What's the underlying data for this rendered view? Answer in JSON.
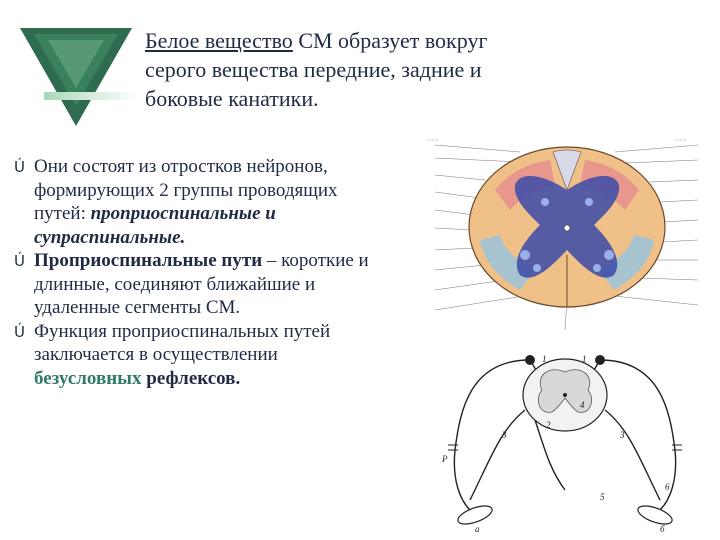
{
  "title": {
    "underlined": "Белое вещество",
    "rest_line1": " СМ образует вокруг",
    "line2": "серого вещества передние, задние и",
    "line3": "боковые канатики."
  },
  "bullets": [
    {
      "marker": "Ú",
      "text_a": "Они состоят из отростков нейронов, формирующих 2 группы проводящих путей: ",
      "em": "проприоспинальные и супраспинальные."
    },
    {
      "marker": "Ú",
      "bold": "Проприоспинальные пути",
      "text_b": " – короткие и длинные, соединяют ближайшие и удаленные сегменты СМ."
    },
    {
      "marker": "Ú",
      "text_c": "Функция проприоспинальных путей заключается в осуществлении ",
      "highlight": "безусловных",
      "space": " ",
      "bold_end": "рефлексов."
    }
  ],
  "figure2": {
    "labels": [
      "1",
      "1",
      "2",
      "3",
      "3",
      "4",
      "5",
      "6",
      "а",
      "б",
      "Р"
    ]
  },
  "colors": {
    "title_text": "#1f2a44",
    "logo_green": "#2e6b4f",
    "accent_green": "#2f7a6b",
    "white_matter": "#f0c089",
    "gray_matter": "#3b4aa8"
  }
}
